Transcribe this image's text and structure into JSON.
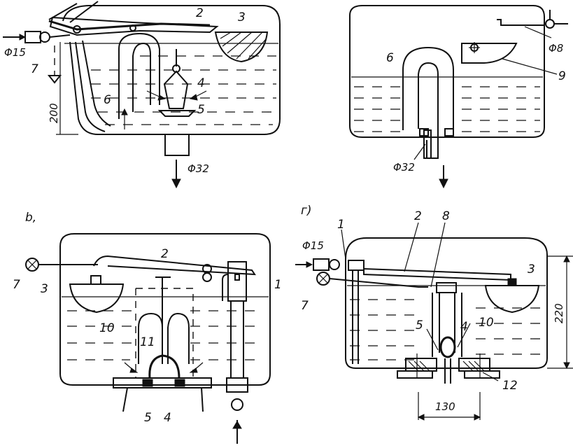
{
  "panel_labels": {
    "b": "b,",
    "g": "г)"
  },
  "panel_a": {
    "part_labels": [
      "2",
      "3",
      "4",
      "5",
      "6",
      "7"
    ],
    "inlet_diameter": "Φ15",
    "outlet_diameter": "Φ32",
    "height_dim": "200"
  },
  "panel_v": {
    "part_labels": [
      "6",
      "9"
    ],
    "inlet_diameter": "Φ8",
    "outlet_diameter": "Φ32"
  },
  "panel_b": {
    "part_labels": [
      "7",
      "2",
      "3",
      "1",
      "10",
      "11",
      "5",
      "4"
    ]
  },
  "panel_g": {
    "part_labels": [
      "1",
      "2",
      "8",
      "3",
      "7",
      "5",
      "4",
      "10",
      "12"
    ],
    "inlet_diameter": "Φ15",
    "height_dim": "220",
    "width_dim": "130"
  }
}
